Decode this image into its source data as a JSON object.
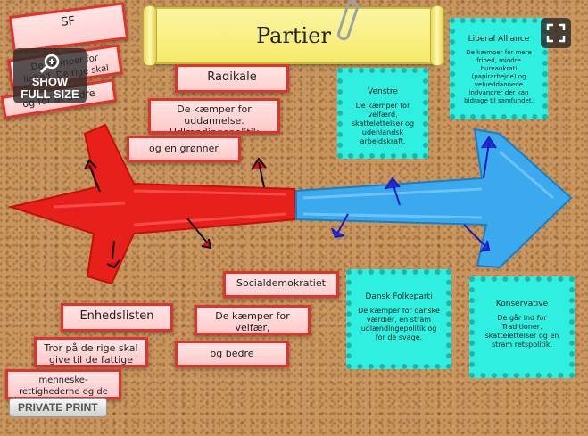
{
  "title": "Partier",
  "overlay": {
    "show_line1": "SHOW",
    "show_line2": "FULL SIZE",
    "private_print": "PRIVATE PRINT"
  },
  "parties": {
    "sf": {
      "name": "SF",
      "text1": "De kæmper for lighed. De rige",
      "text2": "skal betale mere i skat",
      "text3": "og for at bedre"
    },
    "radikale": {
      "name": "Radikale",
      "text1": "De kæmper for uddannelse. Udlændingepolitik",
      "text2": "og en grønner vækst."
    },
    "enhedslisten": {
      "name": "Enhedslisten",
      "text1": "Tror på de rige skal give til de fattige",
      "text2": "menneske-rettighederne og de kæmper for et bosh"
    },
    "socialdemokratiet": {
      "name": "Socialdemokratiet",
      "text1": "De kæmper for velfær, sundhedsvæsen",
      "text2": "og bedre folkeskoler"
    },
    "venstre": {
      "name": "Venstre",
      "text": "De kæmper for velfærd, skattelettelser og udenlandsk arbejdskraft."
    },
    "liberal_alliance": {
      "name": "Liberal Alliance",
      "text": "De kæmper for mere frihed, mindre bureaukrati (papirarbejde) og velueddannede indvandrer der kan bidrage til samfundet."
    },
    "dansk_folkeparti": {
      "name": "Dansk Folkeparti",
      "text": "De kæmper for danske værdier, en stram udlændingepolitik og for de svage."
    },
    "konservative": {
      "name": "Konservative",
      "text": "De går ind for Traditioner, skattelettelser og en stram retspolitik."
    }
  },
  "colors": {
    "left_wing": "#e8201c",
    "right_wing": "#2f9fe6",
    "card_border": "#e1322e",
    "cyan": "#2ff0e0",
    "scroll": "#f6ea6c"
  }
}
